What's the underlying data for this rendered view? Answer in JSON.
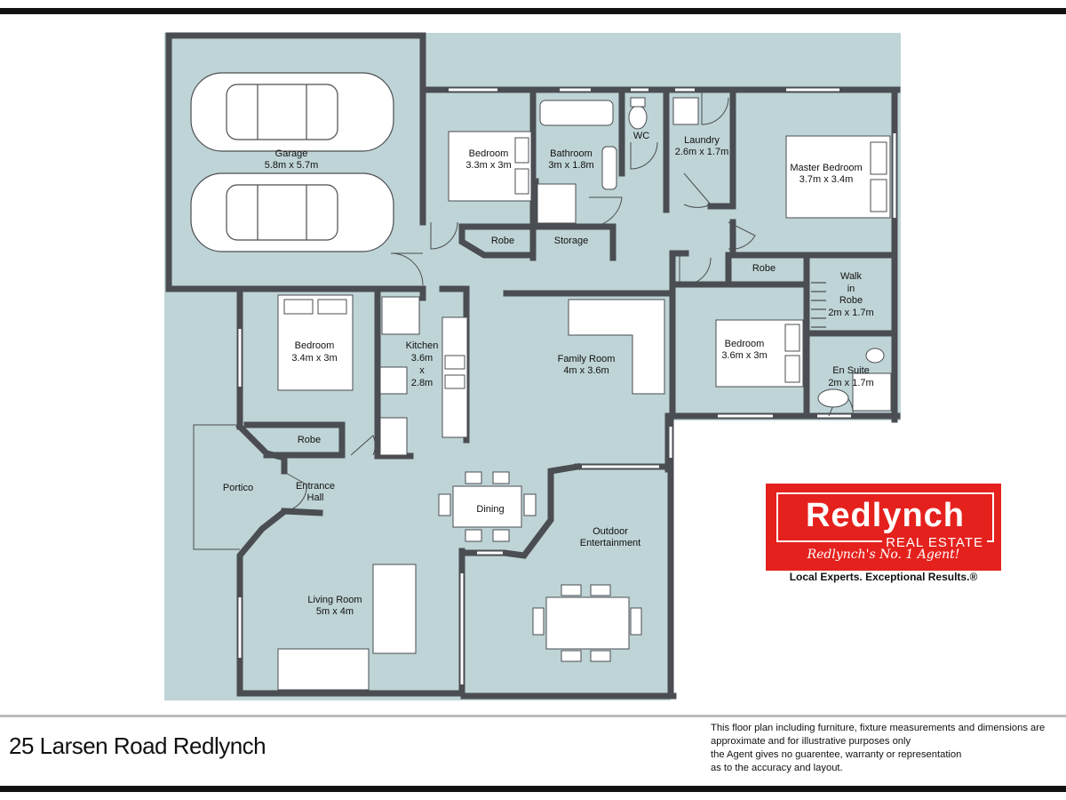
{
  "rooms": {
    "garage": {
      "name": "Garage",
      "size": "5.8m x 5.7m"
    },
    "bedroom2": {
      "name": "Bedroom",
      "size": "3.3m x 3m"
    },
    "bathroom": {
      "name": "Bathroom",
      "size": "3m x 1.8m"
    },
    "wc": {
      "name": "WC"
    },
    "laundry": {
      "name": "Laundry",
      "size": "2.6m x 1.7m"
    },
    "master": {
      "name": "Master Bedroom",
      "size": "3.7m x 3.4m"
    },
    "robe1": {
      "name": "Robe"
    },
    "storage": {
      "name": "Storage"
    },
    "robe2": {
      "name": "Robe"
    },
    "walkin": {
      "line1": "Walk",
      "line2": "in",
      "line3": "Robe",
      "size": "2m x 1.7m"
    },
    "bedroom3": {
      "name": "Bedroom",
      "size": "3.4m x 3m"
    },
    "kitchen": {
      "name": "Kitchen",
      "w": "3.6m",
      "x": "x",
      "d": "2.8m"
    },
    "family": {
      "name": "Family Room",
      "size": "4m x 3.6m"
    },
    "bedroom4": {
      "name": "Bedroom",
      "size": "3.6m x 3m"
    },
    "ensuite": {
      "name": "En Suite",
      "size": "2m x 1.7m"
    },
    "robe3": {
      "name": "Robe"
    },
    "portico": {
      "name": "Portico"
    },
    "entrance": {
      "line1": "Entrance",
      "line2": "Hall"
    },
    "dining": {
      "name": "Dining"
    },
    "outdoor": {
      "line1": "Outdoor",
      "line2": "Entertainment"
    },
    "living": {
      "name": "Living Room",
      "size": "5m x 4m"
    }
  },
  "footer": {
    "address": "25 Larsen Road Redlynch",
    "disclaimer": [
      "This floor plan including furniture, fixture measurements and dimensions are",
      "approximate and for illustrative purposes only",
      "the Agent gives no guarentee, warranty or representation",
      "as to the accuracy and layout."
    ]
  },
  "logo": {
    "name": "Redlynch",
    "sub": "REAL ESTATE",
    "tagline": "Redlynch's No. 1 Agent!",
    "slogan": "Local Experts. Exceptional Results.®"
  },
  "colors": {
    "floor": "#bfd4d6",
    "wall": "#4a4d52",
    "brand_red": "#e5211d"
  }
}
